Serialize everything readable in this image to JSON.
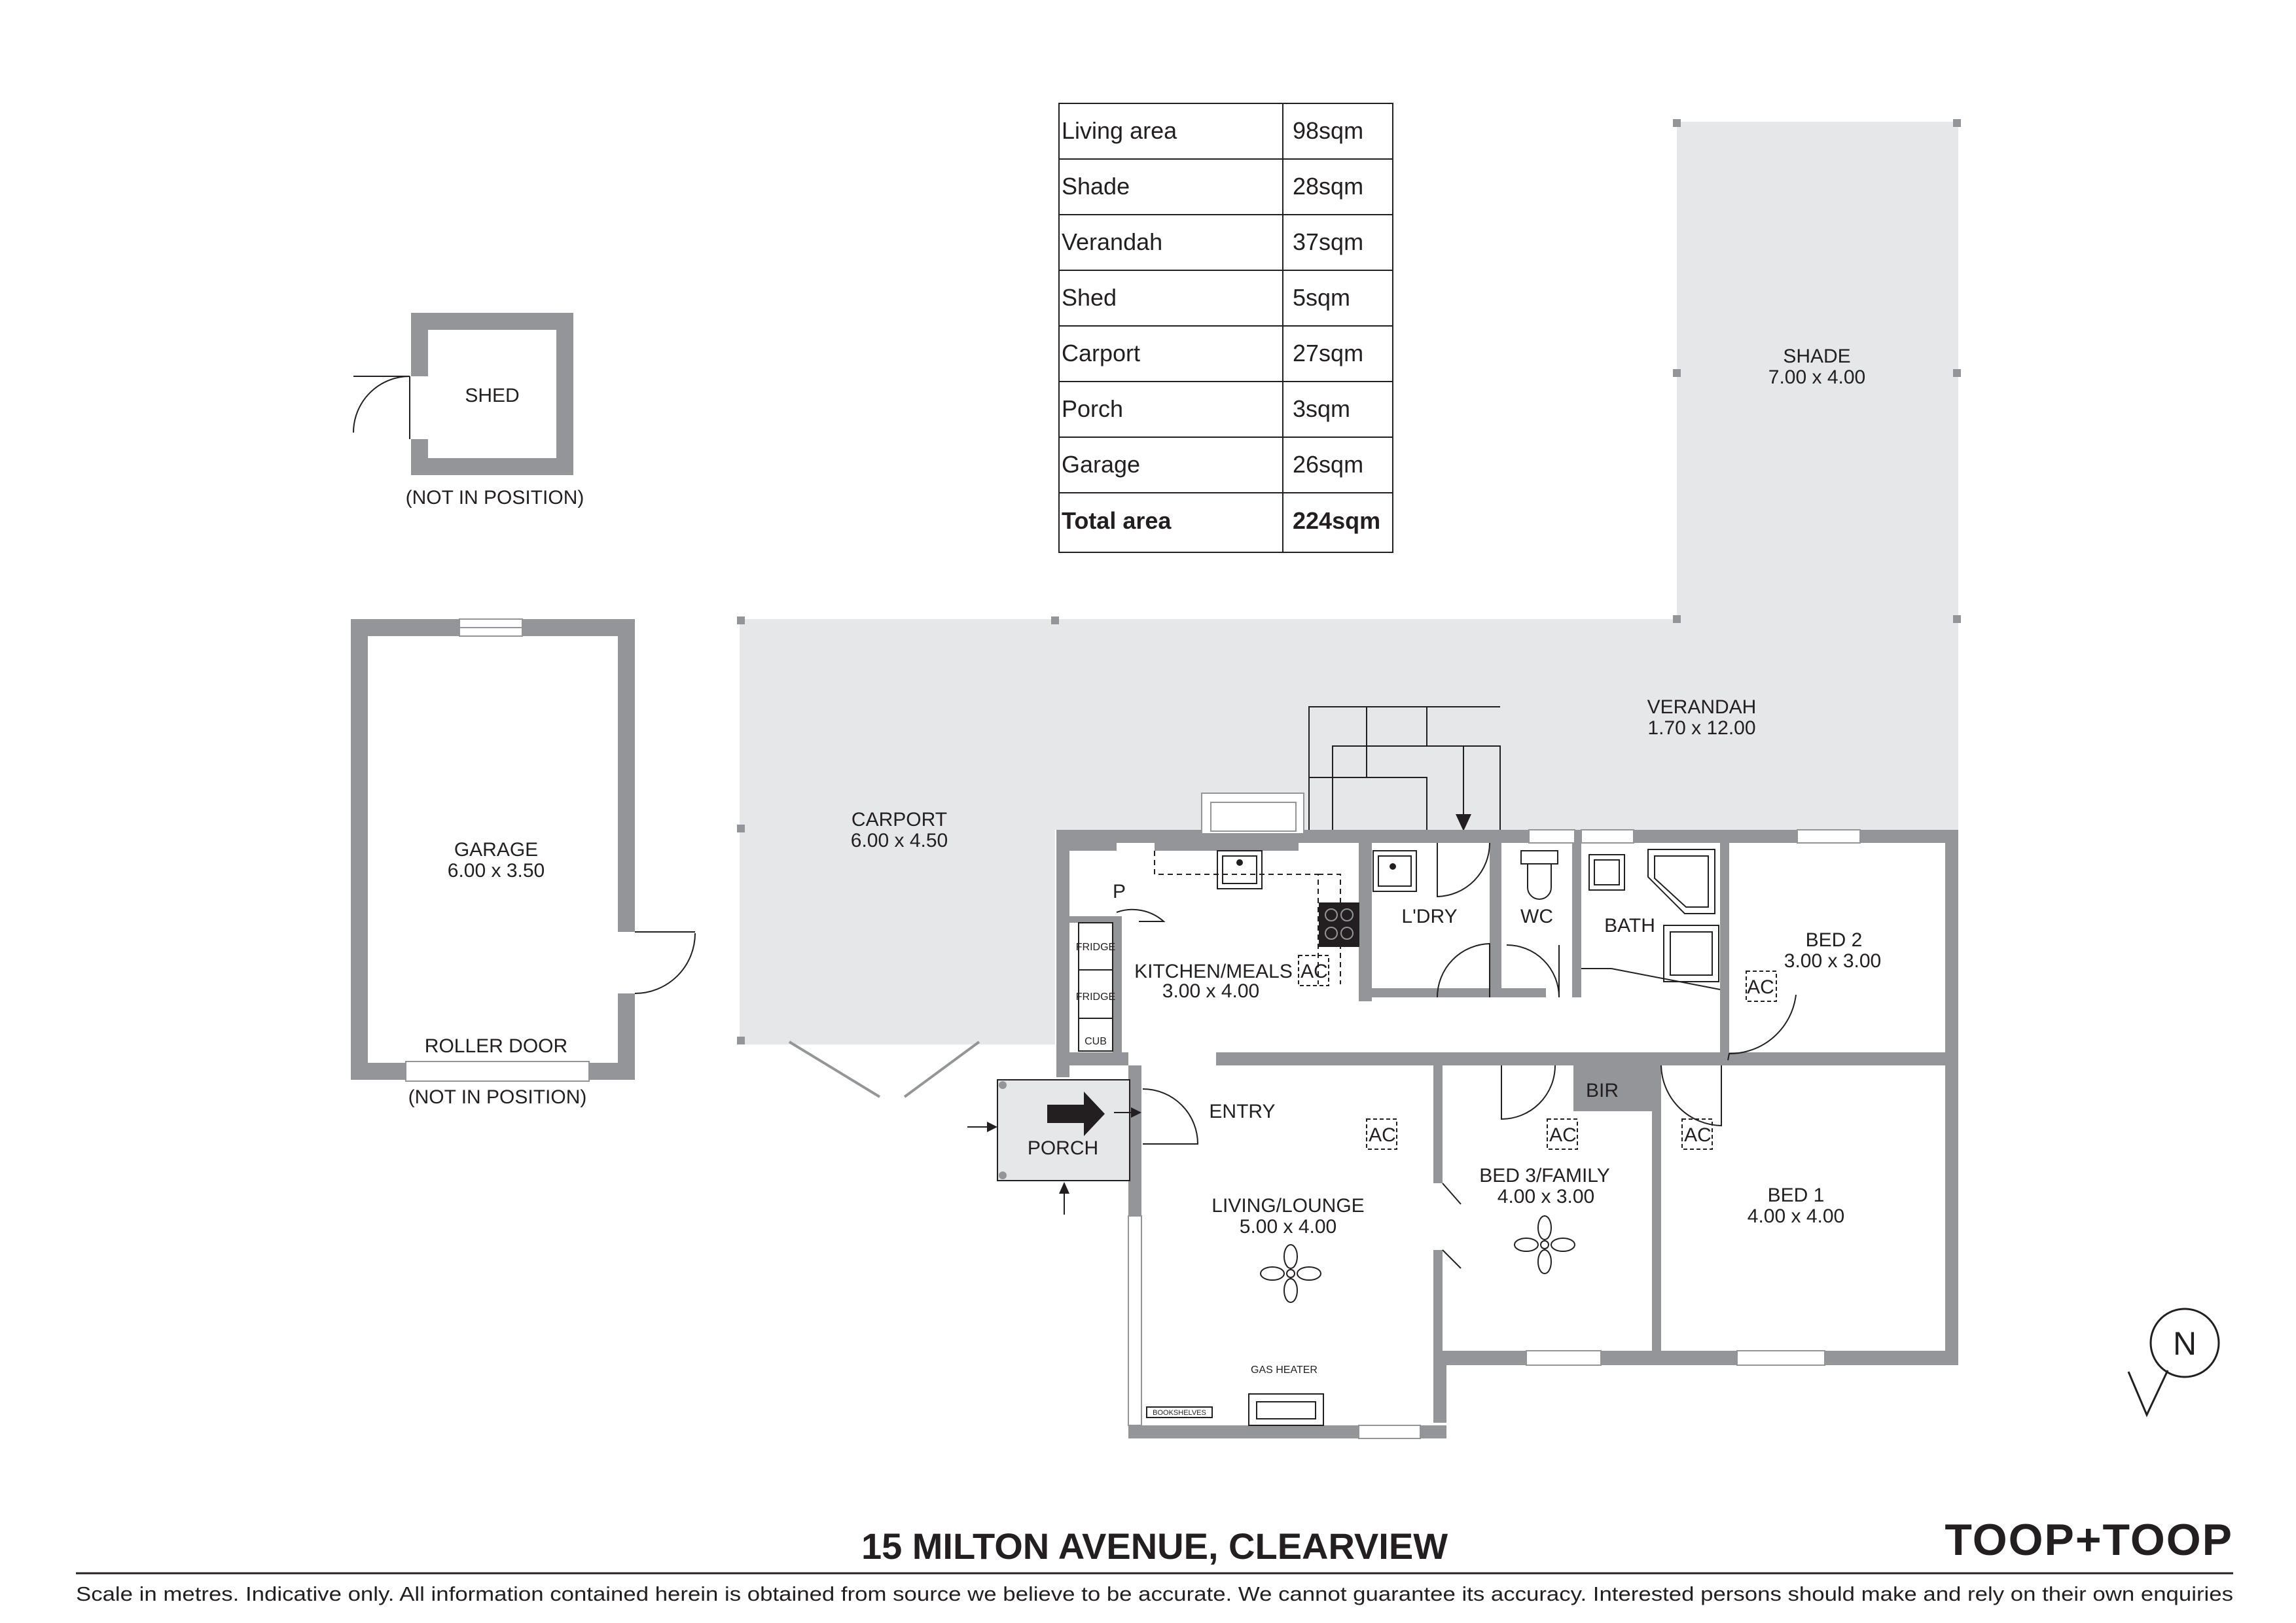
{
  "area_table": {
    "rows": [
      {
        "label": "Living area",
        "value": "98sqm"
      },
      {
        "label": "Shade",
        "value": "28sqm"
      },
      {
        "label": "Verandah",
        "value": "37sqm"
      },
      {
        "label": "Shed",
        "value": "5sqm"
      },
      {
        "label": "Carport",
        "value": "27sqm"
      },
      {
        "label": "Porch",
        "value": "3sqm"
      },
      {
        "label": "Garage",
        "value": "26sqm"
      }
    ],
    "total": {
      "label": "Total area",
      "value": "224sqm"
    }
  },
  "rooms": {
    "shed": {
      "name": "SHED",
      "note": "(NOT IN POSITION)"
    },
    "garage": {
      "name": "GARAGE",
      "dims": "6.00 x 3.50",
      "door": "ROLLER DOOR",
      "note": "(NOT IN POSITION)"
    },
    "carport": {
      "name": "CARPORT",
      "dims": "6.00 x 4.50"
    },
    "verandah": {
      "name": "VERANDAH",
      "dims": "1.70 x 12.00"
    },
    "shade": {
      "name": "SHADE",
      "dims": "7.00 x 4.00"
    },
    "kitchen": {
      "name": "KITCHEN/MEALS",
      "dims": "3.00 x 4.00"
    },
    "pantry": {
      "name": "P"
    },
    "fridge1": {
      "name": "FRIDGE"
    },
    "fridge2": {
      "name": "FRIDGE"
    },
    "cub": {
      "name": "CUB"
    },
    "laundry": {
      "name": "L'DRY"
    },
    "wc": {
      "name": "WC"
    },
    "bath": {
      "name": "BATH"
    },
    "bed2": {
      "name": "BED 2",
      "dims": "3.00 x 3.00"
    },
    "entry": {
      "name": "ENTRY"
    },
    "porch": {
      "name": "PORCH"
    },
    "living": {
      "name": "LIVING/LOUNGE",
      "dims": "5.00 x 4.00"
    },
    "bed3": {
      "name": "BED 3/FAMILY",
      "dims": "4.00 x 3.00"
    },
    "bir": {
      "name": "BIR"
    },
    "bed1": {
      "name": "BED 1",
      "dims": "4.00 x 4.00"
    },
    "gas_heater": {
      "name": "GAS HEATER"
    },
    "bookshelves": {
      "name": "BOOKSHELVES"
    }
  },
  "ac_label": "AC",
  "compass_label": "N",
  "title": "15 MILTON AVENUE, CLEARVIEW",
  "brand": "TOOP+TOOP",
  "disclaimer": "Scale in metres. Indicative only. All information contained herein is obtained from source we believe to be accurate. We cannot guarantee its accuracy. Interested persons should make and rely on their own enquiries",
  "colors": {
    "wall": "#939598",
    "fill": "#e6e7e8",
    "ink": "#231f20"
  }
}
